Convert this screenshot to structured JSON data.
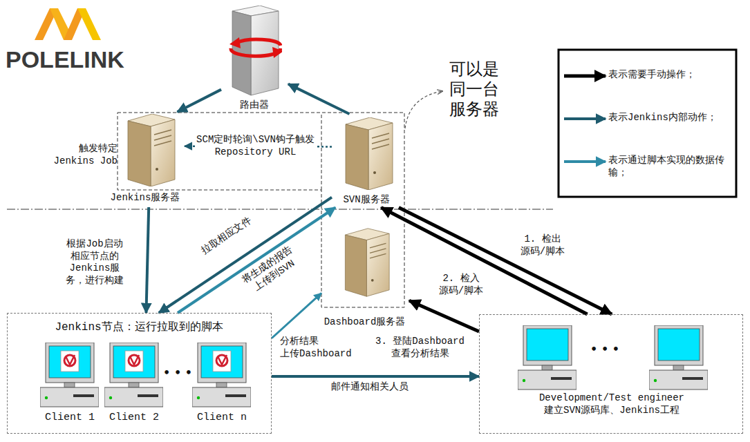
{
  "diagram": {
    "nodes": [
      {
        "text": [
          "路由器"
        ]
      },
      {
        "text": [
          "触发特定 Jenkins Job",
          "Jenkins服务器"
        ]
      },
      {
        "text": [
          "SVN服务器"
        ]
      },
      {
        "text": [
          "Dashboard服务器"
        ]
      },
      {
        "text": [
          "Jenkins节点：运行拉取到的脚本"
        ]
      },
      {
        "text": [
          "Client 1"
        ],
        "in": 4
      },
      {
        "text": [
          "Client 2"
        ],
        "in": 4
      },
      {
        "text": [
          "Client n"
        ],
        "in": 4
      },
      {
        "text": [
          "Development/Test engineer 建立SVN源码库、Jenkins工程"
        ]
      }
    ],
    "edges": [
      {
        "from": 0,
        "to": 1,
        "arrow": "to"
      },
      {
        "from": 2,
        "to": 0,
        "arrow": "to"
      },
      {
        "from": 2,
        "to": 1,
        "label": "SCM定时轮询\\SVN钩子触发 Repository URL",
        "arrow": "to"
      },
      {
        "from": 1,
        "to": 4,
        "label": "根据Job启动相应节点的Jenkins服务，进行构建",
        "arrow": "to"
      },
      {
        "from": 2,
        "to": 4,
        "label": "拉取相应文件",
        "arrow": "to"
      },
      {
        "from": 4,
        "to": 2,
        "label": "将生成的报告上传到SVN",
        "arrow": "to"
      },
      {
        "from": 4,
        "to": 3,
        "label": "分析结果 上传Dashboard",
        "arrow": "to"
      },
      {
        "from": 2,
        "to": 8,
        "label": "1. 检出 源码/脚本",
        "arrow": "to"
      },
      {
        "from": 8,
        "to": 2,
        "label": "2. 检入 源码/脚本",
        "arrow": "to"
      },
      {
        "from": 8,
        "to": 3,
        "label": "3. 登陆Dashboard 查看分析结果",
        "arrow": "to"
      },
      {
        "from": 4,
        "to": 8,
        "label": "邮件通知相关人员",
        "arrow": "to"
      }
    ],
    "labels": [
      "POLELINK",
      "可以是同一台服务器",
      "• • •",
      "• • •"
    ],
    "legend": [
      {
        "text": "表示需要手动操作；"
      },
      {
        "text": "表示Jenkins内部动作；"
      },
      {
        "text": "表示通过脚本实现的数据传输；"
      }
    ]
  }
}
